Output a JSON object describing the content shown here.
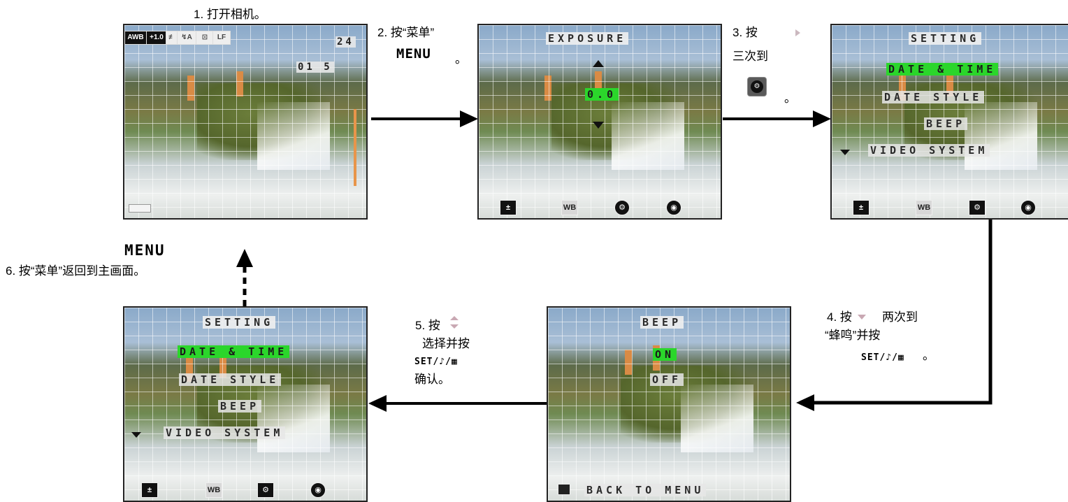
{
  "steps": {
    "s1": "1. 打开相机。",
    "s2a": "2. 按“菜单”",
    "s2b": "。",
    "s3a": "3. 按",
    "s3b": "三次到",
    "s3c": "。",
    "s4a": "4. 按",
    "s4b": "两次到",
    "s4c": "“蜂鸣”并按",
    "s4d": "。",
    "s5a": "5. 按",
    "s5b": "选择并按",
    "s5c": "确认。",
    "s6": "6. 按“菜单”返回到主画面。"
  },
  "keys": {
    "menu": "MENU",
    "set": "SET/♪/▦"
  },
  "screen1": {
    "icons": [
      "AWB",
      "+1.0",
      "≢",
      "↯A",
      "⊡",
      "LF"
    ],
    "count": "24",
    "time": "01 5"
  },
  "screen2": {
    "title": "EXPOSURE",
    "value": "0.0",
    "icons": [
      "±",
      "WB",
      "⚙",
      "◉"
    ]
  },
  "screen3": {
    "title": "SETTING",
    "items": [
      "DATE & TIME",
      "DATE STYLE",
      "BEEP",
      "VIDEO SYSTEM"
    ],
    "icons": [
      "±",
      "WB",
      "⚙",
      "◉"
    ]
  },
  "screen4": {
    "title": "BEEP",
    "items": [
      "ON",
      "OFF"
    ],
    "footer": "BACK TO MENU"
  },
  "screen5": {
    "title": "SETTING",
    "items": [
      "DATE & TIME",
      "DATE STYLE",
      "BEEP",
      "VIDEO SYSTEM"
    ],
    "icons": [
      "±",
      "WB",
      "⚙",
      "◉"
    ]
  }
}
